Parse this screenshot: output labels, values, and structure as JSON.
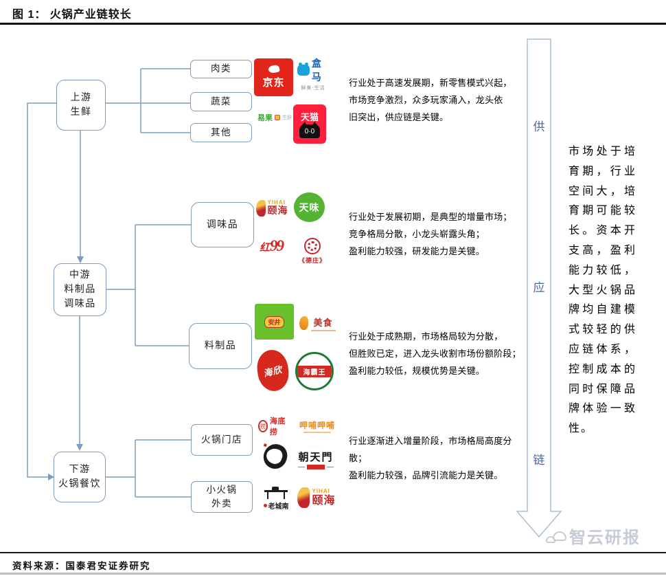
{
  "header": {
    "title": "图 1： 火锅产业链较长"
  },
  "flow": {
    "upstream": {
      "label": "上游\n生鲜"
    },
    "midstream": {
      "label": "中游\n料制品\n调味品"
    },
    "downstream": {
      "label": "下游\n火锅餐饮"
    },
    "upstream_children": {
      "meat": "肉类",
      "vegetable": "蔬菜",
      "other": "其他"
    },
    "midstream_children": {
      "seasoning": "调味品",
      "ingredient": "料制品"
    },
    "downstream_children": {
      "store": "火锅门店",
      "takeout": "小火锅\n外卖"
    }
  },
  "descriptions": {
    "fresh": "行业处于高速发展期，新零售模式兴起，\n市场竞争激烈，众多玩家涌入，龙头依\n旧突出，供应链是关键。",
    "seasoning": "行业处于发展初期，是典型的增量市场；\n竞争格局分散，小龙头崭露头角；\n盈利能力较强，研发能力是关键。",
    "ingredient": "行业处于成熟期，市场格局较为分散，\n但胜败已定，进入龙头收割市场份额阶段；\n盈利能力较低，规模优势是关键。",
    "store": "行业逐渐进入增量阶段，市场格局高度分散；\n盈利能力较强，品牌引流能力是关键。"
  },
  "supply_chain_arrow": {
    "char1": "供",
    "char2": "应",
    "char3": "链"
  },
  "side_note": "市场处于培育期，行业空间大，培育期可能较长。资本开支高，盈利能力较低，大型火锅品牌均自建模式较轻的供应链体系，控制成本的同时保障品牌体验一致性。",
  "logos": {
    "jd": "京东",
    "hema": "盒马",
    "hema_tagline": "鲜美·生活",
    "yiguo": "易果",
    "yiguo_sub": "生鲜",
    "tmall": "天猫",
    "tmall_eyes": "0·0",
    "yihai_en": "YIHAI",
    "yihai_cn": "颐海",
    "tianwei": "天味",
    "hong99_cn": "红",
    "hong99_num": "99",
    "dezhuang": "《德庄》",
    "anjing": "安井",
    "meishi": "美食",
    "haixin": "海欣",
    "haibawang": "海霸王",
    "haidilao": "海底捞",
    "haidilao_seal": "捞",
    "xiabu": "呷哺呷哺",
    "chaotianmen": "朝天門",
    "laochengnan": "老城南"
  },
  "footer": {
    "source": "资料来源：国泰君安证券研究",
    "watermark": "智云研报"
  },
  "colors": {
    "connector": "#7d9cc0",
    "arrow_text": "#47699b",
    "jd_red": "#e1251b",
    "tmall_red": "#ff1e3c",
    "hema_blue": "#18a2e0",
    "tianwei_green": "#54b332",
    "anjing_green": "#68c02a",
    "brand_red": "#cf2b24",
    "yihai_orange": "#f59a00",
    "xiabu_orange": "#e98c1f"
  }
}
